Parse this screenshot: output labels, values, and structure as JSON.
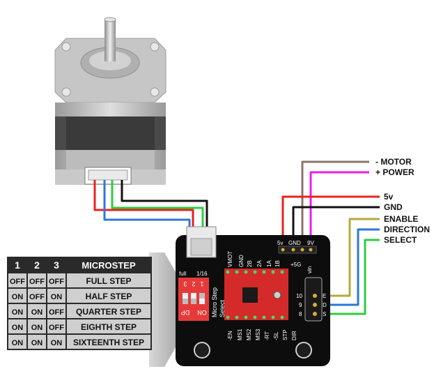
{
  "wire_labels": {
    "minus_motor": "- MOTOR",
    "plus_power": "+ POWER",
    "five_v": "5v",
    "gnd": "GND",
    "enable": "ENABLE",
    "direction": "DIRECTION",
    "select": "SELECT"
  },
  "board": {
    "header_top": [
      "5v",
      "GND",
      "9V"
    ],
    "pin_row": [
      "VMOT",
      "GND",
      "2B",
      "2A",
      "1A",
      "1B"
    ],
    "pin_row2": [
      "-EN",
      "MS1",
      "MS2",
      "MS3",
      "-RT",
      "-SL",
      "STP",
      "DIR"
    ],
    "plus5g": "+5G",
    "vin": "vin",
    "dip_full": "full",
    "dip_1_16": "1/16",
    "dip_numbers": [
      "3",
      "2",
      "1"
    ],
    "dip_on": "ON",
    "dip_dp": "DP",
    "micro_step": "Micro Step",
    "select_lbl": "Select",
    "right_pins": [
      "10",
      "9",
      "8"
    ],
    "right_letters": [
      "E",
      "D",
      "S"
    ]
  },
  "table": {
    "headers": [
      "1",
      "2",
      "3",
      "MICROSTEP"
    ],
    "rows": [
      [
        "OFF",
        "OFF",
        "OFF",
        "FULL STEP"
      ],
      [
        "ON",
        "OFF",
        "ON",
        "HALF STEP"
      ],
      [
        "ON",
        "ON",
        "OFF",
        "QUARTER STEP"
      ],
      [
        "ON",
        "ON",
        "OFF",
        "EIGHTH STEP"
      ],
      [
        "ON",
        "ON",
        "ON",
        "SIXTEENTH STEP"
      ]
    ]
  },
  "colors": {
    "red": "#e8231f",
    "blue": "#2b78d6",
    "green": "#2ecc40",
    "black": "#111111",
    "brown": "#8a7668",
    "magenta": "#e81ee8",
    "olive": "#b5a93a",
    "board": "#0d0d0d",
    "table_bg": "#2a2a2a",
    "table_cell": "#cfcfcf"
  }
}
